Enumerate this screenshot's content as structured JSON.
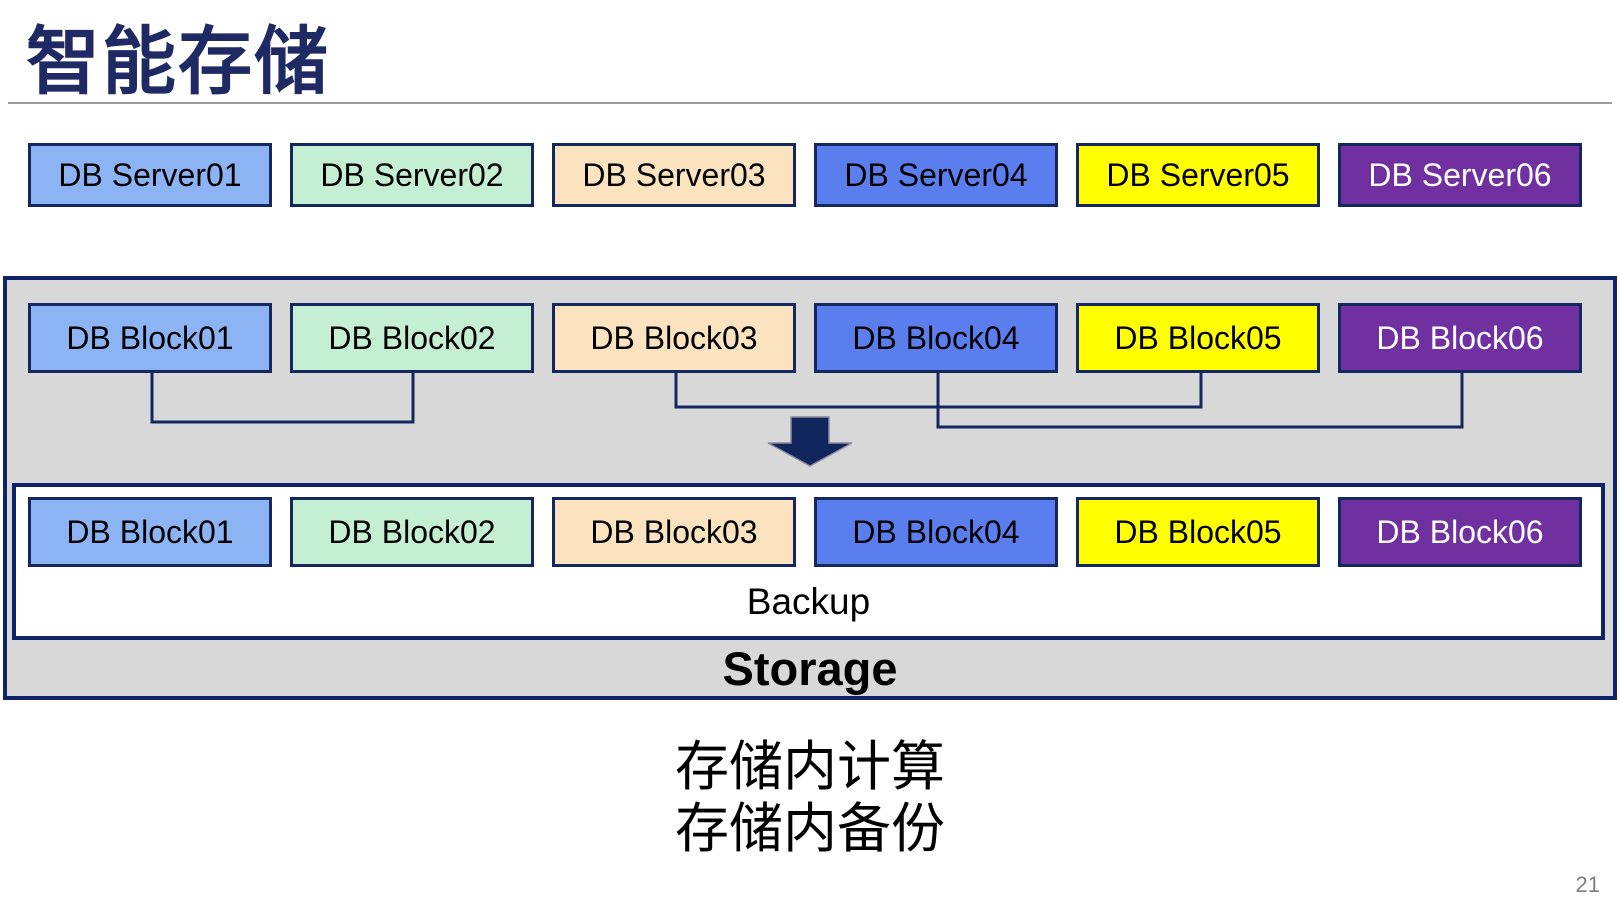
{
  "slide": {
    "title": "智能存储",
    "page_number": "21"
  },
  "palette": {
    "navy_line": "#14275E",
    "container_border": "#0E2368",
    "container_fill": "#D8D8D8",
    "title_color": "#1F2A64",
    "separator": "#999999",
    "arrow": "#12265E"
  },
  "server_row": [
    {
      "label": "DB Server01",
      "bg": "#8CB4F4",
      "fg": "#000000"
    },
    {
      "label": "DB Server02",
      "bg": "#C5EFD2",
      "fg": "#000000"
    },
    {
      "label": "DB Server03",
      "bg": "#FAE3BE",
      "fg": "#000000"
    },
    {
      "label": "DB Server04",
      "bg": "#5B7EEF",
      "fg": "#000000"
    },
    {
      "label": "DB Server05",
      "bg": "#FFFF00",
      "fg": "#000000"
    },
    {
      "label": "DB Server06",
      "bg": "#7030A0",
      "fg": "#FFFFFF"
    }
  ],
  "storage": {
    "blocks_top": [
      {
        "label": "DB Block01",
        "bg": "#8CB4F4",
        "fg": "#000000"
      },
      {
        "label": "DB Block02",
        "bg": "#C5EFD2",
        "fg": "#000000"
      },
      {
        "label": "DB Block03",
        "bg": "#FAE3BE",
        "fg": "#000000"
      },
      {
        "label": "DB Block04",
        "bg": "#5B7EEF",
        "fg": "#000000"
      },
      {
        "label": "DB Block05",
        "bg": "#FFFF00",
        "fg": "#000000"
      },
      {
        "label": "DB Block06",
        "bg": "#7030A0",
        "fg": "#FFFFFF"
      }
    ],
    "blocks_bottom": [
      {
        "label": "DB Block01",
        "bg": "#8CB4F4",
        "fg": "#000000"
      },
      {
        "label": "DB Block02",
        "bg": "#C5EFD2",
        "fg": "#000000"
      },
      {
        "label": "DB Block03",
        "bg": "#FAE3BE",
        "fg": "#000000"
      },
      {
        "label": "DB Block04",
        "bg": "#5B7EEF",
        "fg": "#000000"
      },
      {
        "label": "DB Block05",
        "bg": "#FFFF00",
        "fg": "#000000"
      },
      {
        "label": "DB Block06",
        "bg": "#7030A0",
        "fg": "#FFFFFF"
      }
    ],
    "backup_label": "Backup",
    "storage_label": "Storage"
  },
  "captions": {
    "line1": "存储内计算",
    "line2": "存储内备份"
  }
}
